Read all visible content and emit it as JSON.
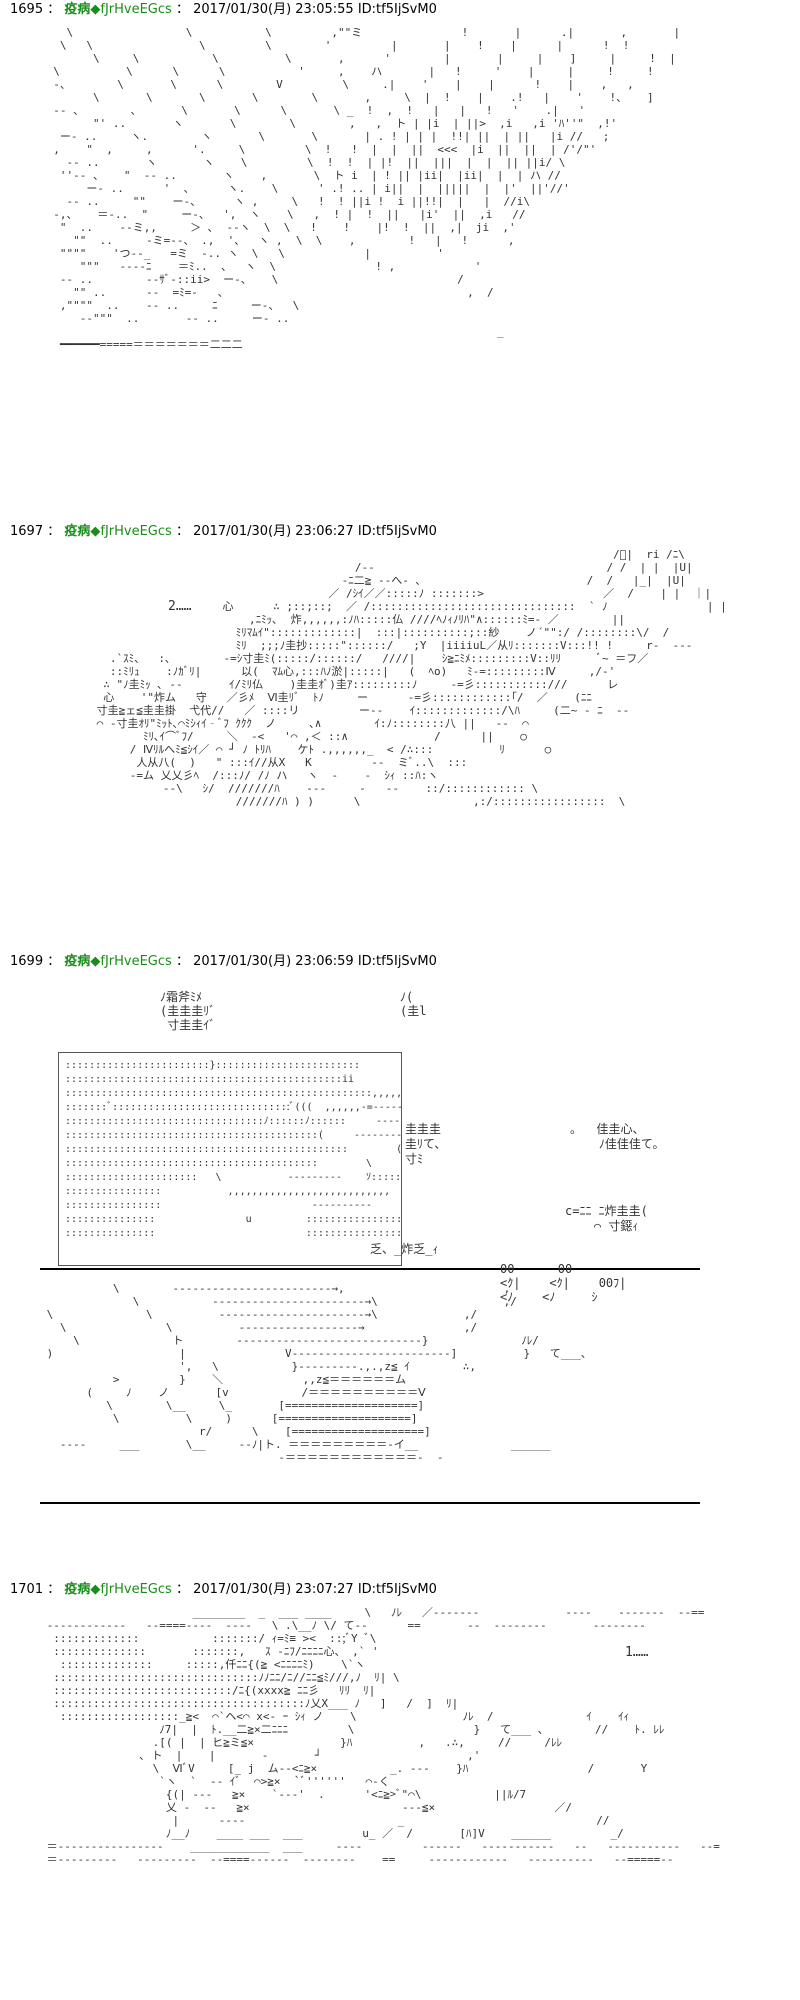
{
  "posts": [
    {
      "number": "1695",
      "name": "疫病",
      "trip": "◆fJrHveEGcs",
      "datetime": "2017/01/30(月) 23:05:55",
      "id": "ID:tf5IjSvM0",
      "art": "    \\                 \\           \\         ,\"\"ミ               !       |      .|       ,       |\n   \\   \\                \\         \\        '         |       |    !    |      |      !  !  \n        \\     \\           \\          \\       ,      '        |       |     |    ]     |     !  |\n  \\          \\      \\      \\           '     ,    ハ       |   !     '    |     |     !     !   \n  -、       \\       \\      \\        V         \\     .|    '    |    |      !    |    ,   ,   \n        \\       \\       \\       \\        \\       ,     \\  |  !    |    .!   |    '    !、   ]\n  ‐- 、       、      \\       \\      \\       \\ _  !  ,  !   |   |   !   '    .|   '   \n        \"' ..       ヽ       \\        \\        ,   ,  ト | |i  | ||>  ,i   ,i 'ﾊ''\"  ,!'\n   ー- ..     ヽ.        ヽ       \\       \\       | . ! | | |  !!| ||  | ||   |i //   ;\n  ,    \"  ,     ,      '.     \\         \\  !   !  |  |  ||  <<<  |i  ||  ||  | /'/\"'\n    ‐- ..       ヽ       ヽ    \\         \\  !  !  | |!  ||  |||  |  |  || ||i/ \\  \n   ''‐‐ 、   \"  ‐- ..       ヽ    ,       \\  ト i  | ! || |ii|  |ii|  |  | ハ // \n       ー- ..      '  、     ヽ.    \\      ' .! .. | i||  |  |||||  |  |'  ||'//'   \n    ‐- ..     \"\"    ー-、     ヽ ,     \\   !  ! ||i !  i ||!!|  |   |  //i\\\n  ‐,、   ＝-..  \"     ー-、  ',  ヽ    \\   ,  ! |  !  ||   |i'  ||  ,i   //  \n   \"  ..    ‐-ミ,,     ＞ ､  ‐‐ヽ  \\  \\   !    !    |!  !  ||  ,|  ji  ,'  \n     \"\"  ..     -ミ=‐-、 .,  '、  ヽ ,  \\  \\    ,        !   |   !      ,  \n   \"\"\"\"    'つ‐-_   =ミ  -.. ヽ  \\   \\            |          ' \n      \"\"\"   ‐-‐‐ﾆ    ＝ﾐ..  、  ヽ  \\               ! ,            '   \n   ‐- ..        -‐ｻﾞ-::ii>  ー-、   \\                           / \n     \"\" ..      ‐‐  =ﾐ=-   、                                    ,  / \n   ,\"\"\"\"  ..    ‐- ..     ﾆ     ー-、  \\                                 \n      ‐‐\"\"\"  ..       ‐- ..     ー- ..                                  \n                                                                     _ \n   ━━━━━━=====＝＝＝＝＝＝＝二二二                                        "
    },
    {
      "number": "1697",
      "name": "疫病",
      "trip": "◆fJrHveEGcs",
      "datetime": "2017/01/30(月) 23:06:27",
      "id": "ID:tf5IjSvM0",
      "box_text": "2……",
      "art": "                                                                               /ﾞ|  ri /ﾆ\\\n                                        /‐-                                   / /  | |  |U|\n                                      -ﾆ二≧ ‐-へ‐ ､                         /  /   |_|  |U|\n                                    ／ /ｼｲ／／:::::ﾉ :::::::>                  ／  /    | |  ｜|\n                    心      ∴ ;::;::;  ／ /:::::::::::::::::::::::::::::::  ` ﾉ               | |\n                        ,ﾆﾐｯ､  炸,,,,,,:ﾉﾊ:::::仏 ////ﾍﾉｨﾉﾘﾊ\"∧::::::ﾐ=- ／        ||\n                      ﾐﾘﾏﾑｲ\":::::::::::::|  :::|::::::::::;::紗    ノ´\"\":/ /::::::::\\/  /     \n                      ﾐﾘ  ;;;ﾉ圭抄:::::\"::::::/   ;Y  |iiiiuL／从ﾘ:::::::V:::!! !     r‐  ‐‐-\n   .`ｽﾐ、  :､        ‐=ｼ寸圭ﾐ(:::::/::::::/   ////|    ｼ≧ﾆﾐﾒ:::::::::V::ﾘﾘ      ﾞ~ ＝フ／\n   ::ﾐﾘｭ    :ﾉｶﾞﾘ|      以(  ﾏﾑ心,:::ﾊﾉ淤|:::::|   (  ﾍo)   ﾐ‐=:::::::::Ⅳ     ,/‐'\n  ∴ \"ﾉ圭ﾐｯ ､ ‐‐       ｲ/ﾐﾘ仏    )圭圭ｵﾞ)圭ｱ:::::::::ﾉ     ‐=彡:::::::::::///      レ\n  心    '\"炸ム   守   ／彡ﾒ  Ⅵ圭ﾘﾞ  ﾄﾉ     ー      ‐=彡::::::::::::｢/  ／    (ﾆﾆ\n 寸圭≧ェ≦圭圭掛  弋代//   ／ ::::リ         ー‐-    ｲ:::::::::::::/\\ﾊ     (二~ ‐ ﾆ  -‐\n ⌒ ‐寸圭ｵﾘ\"ﾐｯﾄ､⌒ﾐｼｨｲ‐ﾞﾌ ｸｸｸ  ノ     ､∧        ｲ:ﾉ::::::::八 ||   ‐‐  ⌒\n        ﾐﾘ､ｲ⌒ﾞﾌ/     ＼  ‐<   '⌒ ,＜ ::∧             /      ||    ○\n      / Ⅳﾘﾙへﾐ≦ｼｲ／ ⌒ ┘ ﾉ ﾄﾘﾊ    ケﾄ .,,,,,,_  < /∴:::          ﾘ      ○\n       人从八(  )   \" :::ｲ//从X   K         ‐‐  ミﾞ..\\  :::\n      ‐=ム 乂乂彡ﾍ  /:::ﾉ/ /ﾉ ハ   ヽ  ‐    ‐  ｼｨ ::ﾊ:ヽ      \n           ‐-\\   ｼ/  ///////ﾊ    ‐‐‐     ‐   ‐‐    ::/:::::::::::: \\ \n                      ///////ﾊ ) )      \\                 ,:/:::::::::::::::::  \\  "
    },
    {
      "number": "1699",
      "name": "疫病",
      "trip": "◆fJrHveEGcs",
      "datetime": "2017/01/30(月) 23:06:59",
      "id": "ID:tf5IjSvM0",
      "label_left": "ﾉ霜斧ﾐﾒ\n(圭圭圭ﾘﾞ\n 寸圭圭ｲﾞ",
      "label_right": "ﾉ(\n(圭l",
      "label_mid": "圭圭圭\n圭ﾘて、\n寸ﾐ",
      "label_right2": "。  佳圭心、\n    ﾉ佳佳佳て。",
      "label_right3": "c=ﾆﾆ ﾆ炸圭圭(\n    ⌒ 寸鐚ｨ",
      "label_bottom": "乏、_炸乏_ｨ",
      "label_oo": "00      00\n<ｸ|    <ｸ|    00ﾌ|\n<ﾉ    <ﾉ     ｼ",
      "box_text": "::::::::::::::::::::::::}::::::::::::::::::::::::         u.        `\\\n::::::::::::::::::::::::::::::::::::::::::::::ii                  ‐‐‐   \\\n:::::::::::::::::::::::::::::::::::::::::::::::::::,,,,,,,_, ,;;;  >‐‐-  ===＝\\\n:::::::ﾞ::::::::::::::::::::::::::::::ﾞ(((  ,,,,,,‐=‐‐‐‐‐‐‐‐‐‐   ;/\n:::::::::::::::::::::::::::::::::ﾉ::::::ﾉ::::::     ‐‐‐‐‐‐‐‐‐  ,/ \n::::::::::::::::::::::::::::::::::::::::::(     ‐‐‐‐‐‐‐‐‐‐‐\n:::::::::::::::::::::::::::::::::::::::::::::::        (O)      ‐‐‐‐/\n::::::::::::::::::::::::::::::::::::::::::        \\\n::::::::::::::::::::::   \\           ‐‐‐‐‐‐‐‐‐    ｿ:::::::\n::::::::::::::::           ,,,,,,,,,,,,,,,,,,,,,,,,,,,   :::::::::::)ｿ\n::::::::::::::::                         ‐‐‐‐‐‐‐‐‐‐\n:::::::::::::::               u         ::::::::::::::::::::::::::\n:::::::::::::::                         ::::::::::::::::::::::::::",
      "art": "           \\        ‐‐‐‐‐‐‐‐‐‐‐‐‐‐‐‐‐‐‐‐‐‐‐‐→,                        ,\n              \\           ‐‐‐‐‐‐‐‐‐‐‐‐‐‐‐‐‐‐‐‐‐‐‐→\\                   ,/\n \\              \\          ‐‐‐‐‐‐‐‐‐‐‐‐‐‐‐‐‐‐‐‐‐‐→\\             ,/\n   \\               \\          ‐‐‐‐‐‐‐‐‐‐‐‐‐‐‐‐‐‐→               ,/\n     \\              ト        ‐‐‐‐‐‐‐‐‐‐‐‐‐‐‐‐‐‐‐‐‐‐‐‐‐‐‐-}              ﾉﾚ/ \n )                   |               V‐‐‐‐‐‐‐‐‐‐‐‐‐‐‐‐‐‐‐‐‐‐‐-]          }   て___、\n                     ',   \\           }-‐‐‐‐‐‐‐‐.,.,z≦ ｲ        ∴, \n           >         }    ＼            ,,z≦＝＝＝＝＝＝ム  \n       (     ﾉ    ノ       [v           /＝＝＝＝＝＝＝＝＝＝Ⅴ\n          \\        \\__     \\_       [====================]\n           \\          \\     )      [====================]\n                        r/      \\    [====================]\n   ‐‐‐‐     ___       \\__     ‐‐ﾉ|ト. ＝＝＝＝＝＝＝＝＝-イ__              ______\n                                    ‐＝＝＝＝＝＝＝＝＝＝＝＝‐  ‐"
    },
    {
      "number": "1701",
      "name": "疫病",
      "trip": "◆fJrHveEGcs",
      "datetime": "2017/01/30(月) 23:07:27",
      "id": "ID:tf5IjSvM0",
      "box_text": "1……",
      "art": "                       ________  _  ___ ____     \\   ﾉﾚ   ／‐‐‐‐‐‐‐             ‐‐‐‐    ‐‐‐‐‐‐‐  ‐‐==\n ‐‐‐‐‐‐‐‐‐‐‐‐   ‐‐====‐‐‐‐  ‐‐‐‐   \\ .\\__ﾉ \\/ て‐-      ==       ‐‐  ‐‐‐‐‐‐‐‐       ‐‐‐‐‐‐‐‐    \n  :::::::::::::           :::::::/ ｨ=ﾐ≡ ><  ::;ﾞY ﾞ\\                                            \n  ::::::::::::::       :::::::,   ｽ ‐ﾆﾌ/ﾆﾆﾆﾆ心、 ,` '                                          \n   ::::::::::::::     :::::,仟ﾆﾆ{(≧ <ﾆﾆﾆﾆﾐ)    \\`ヽ                                        \n  :::::::::::::::::::::::::::::::ﾉﾉﾆﾆ/ﾆ//ﾆﾆ≦ﾐ///,ﾉ  ﾘ| \\                                        \n  :::::::::::::::::::::::::::/ﾆ{(xxxx≧ ﾆﾆ彡   ﾘﾘ  ﾘ|                                       \n  ::::::::::::::::::::::::::::::::::::::ﾉ乂X___ ﾉ   ]   /  ]  ﾘ|                                         \n   ::::::::::::::::::_≧<  ⌒`ヘ<⌒ x<‐ ｰ ｼｨ ノ    \\                ﾉﾚ  /              ｲ    ｲｨ\n                  ﾉ7|  |  ﾄ.__二≧×二ﾆﾆﾆ         \\                  }   て___ 、       //    ﾄ. ﾚﾚ\n                 .[( |  | ヒ≧ミ≦×             }ﾊ          ,   .∴,     //     /ﾚﾚ  \n               ､ ト  |    |       ‐       ┘                      ,' \n                 \\  ⅥﾞV     [_ j  ム‐‐<ﾆ≧×           _. ‐‐‐    }ﾊ                  /       Y\n                  `ヽ  `  ‐‐ ｲﾞ  ⌒>≧×  `ﾞ''''''   ⌒‐く\n                   {(| ‐‐‐   ≧×    `‐‐‐'  .      '<ﾆ≧>ﾞ\"⌒\\           ||ﾙ/7\n                   乂 ‐  ‐‐   ≧×                       ‐‐‐≦×                  ／/ \n                    |      ‐‐‐‐                       _                             //\n                   ﾉ__ﾉ    ____ ___  ___         u_ ／  /       [ﾊ]V    ______         _/ \n ＝‐‐‐‐‐‐‐‐‐‐‐‐‐‐‐‐    ____________  ___     ‐‐‐‐         ‐‐‐‐‐‐   ‐‐‐‐‐‐‐‐‐‐‐   ‐‐   ‐‐‐‐‐‐‐‐‐‐‐   ‐‐=\n ＝‐‐‐‐‐‐‐‐‐   ‐‐‐‐‐‐‐‐‐  ‐‐====‐‐‐‐‐‐  ‐‐‐‐‐‐‐‐    ==     ‐‐‐‐‐‐‐‐‐‐‐‐   ‐‐‐‐‐‐‐‐‐‐   ‐‐=====‐‐"
    }
  ]
}
